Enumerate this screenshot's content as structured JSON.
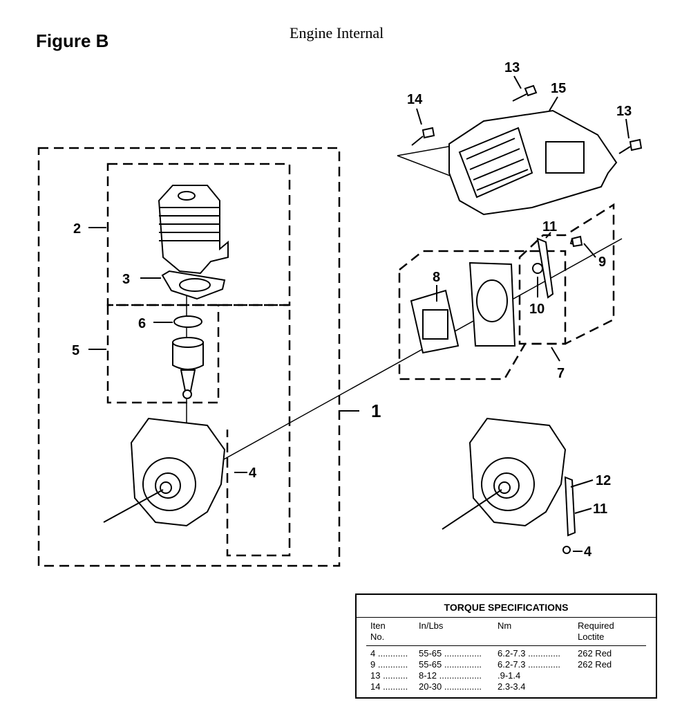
{
  "header": {
    "figure_title": "Figure B",
    "subtitle": "Engine Internal"
  },
  "callouts": {
    "c1": "1",
    "c2": "2",
    "c3": "3",
    "c4a": "4",
    "c4b": "4",
    "c5": "5",
    "c6": "6",
    "c7": "7",
    "c8": "8",
    "c9": "9",
    "c10": "10",
    "c11a": "11",
    "c11b": "11",
    "c12": "12",
    "c13a": "13",
    "c13b": "13",
    "c14": "14",
    "c15": "15"
  },
  "torque_table": {
    "title": "TORQUE SPECIFICATIONS",
    "headers": {
      "item": "Iten",
      "item2": "No.",
      "inlbs": "In/Lbs",
      "nm": "Nm",
      "loctite": "Required",
      "loctite2": "Loctite"
    },
    "rows": [
      {
        "item": "4 ............",
        "inlbs": "55-65 ...............",
        "nm": "6.2-7.3 .............",
        "loctite": "262 Red"
      },
      {
        "item": "9 ............",
        "inlbs": "55-65 ...............",
        "nm": "6.2-7.3 .............",
        "loctite": "262 Red"
      },
      {
        "item": "13 ..........",
        "inlbs": "8-12 .................",
        "nm": ".9-1.4",
        "loctite": ""
      },
      {
        "item": "14 ..........",
        "inlbs": "20-30 ...............",
        "nm": "2.3-3.4",
        "loctite": ""
      }
    ]
  }
}
